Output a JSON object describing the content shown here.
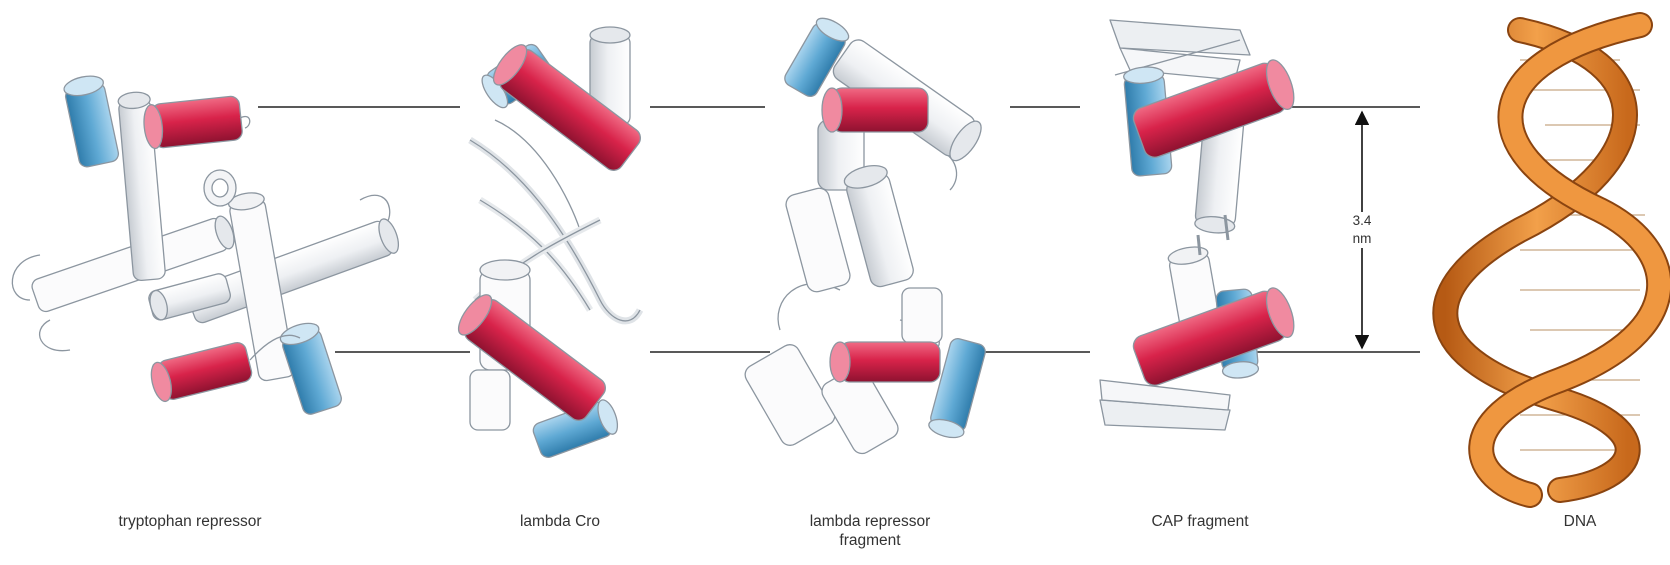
{
  "figure": {
    "captions": {
      "trp": "tryptophan repressor",
      "cro": "lambda Cro",
      "lambda_line1": "lambda repressor",
      "lambda_line2": "fragment",
      "cap": "CAP fragment",
      "dna": "DNA"
    },
    "measurement": {
      "value": "3.4",
      "unit": "nm"
    },
    "colors": {
      "recognition_helix": "#d8234a",
      "second_helix": "#5fa9d4",
      "other_helix": "#eef0f3",
      "outline": "#8c96a0",
      "dna_strand": "#e8832a",
      "reference_line": "#222222"
    }
  }
}
